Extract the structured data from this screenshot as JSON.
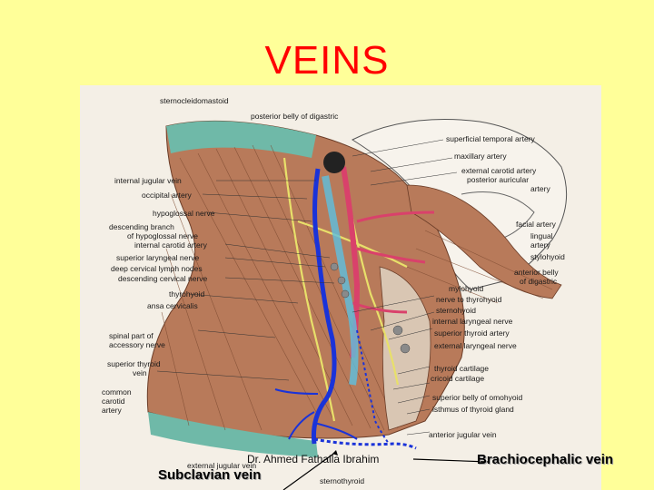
{
  "slide": {
    "title": "VEINS",
    "credit": "Dr. Ahmed Fathalla Ibrahim",
    "callouts": {
      "left": "Subclavian vein",
      "right": "Brachiocephalic vein"
    }
  },
  "figure": {
    "labels": {
      "sternocleidomastoid": "sternocleidomastoid",
      "posterior_belly_digastric": "posterior belly of digastric",
      "superficial_temporal_artery": "superficial temporal artery",
      "maxillary_artery": "maxillary artery",
      "external_carotid_artery": "external carotid artery",
      "posterior_auricular": "posterior auricular",
      "artery": "artery",
      "internal_jugular_vein": "internal jugular vein",
      "occipital_artery": "occipital artery",
      "hypoglossal_nerve": "hypoglossal nerve",
      "descending_branch": "descending branch",
      "of_hypoglossal_nerve": "of hypoglossal nerve",
      "internal_carotid_artery": "internal carotid artery",
      "superior_laryngeal_nerve": "superior laryngeal nerve",
      "deep_cervical_lymph_nodes": "deep cervical lymph nodes",
      "descending_cervical_nerve": "descending cervical nerve",
      "thyrohyoid": "thyrohyoid",
      "ansa_cervicalis": "ansa cervicalis",
      "spinal_part_of": "spinal part of",
      "accessory_nerve": "accessory nerve",
      "superior_thyroid": "superior thyroid",
      "vein": "vein",
      "common": "common",
      "carotid": "carotid",
      "artery_2": "artery",
      "facial_artery": "facial artery",
      "lingual": "lingual",
      "artery_3": "artery",
      "stylohyoid": "stylohyoid",
      "anterior_belly": "anterior belly",
      "of_digastric": "of digastric",
      "mylohyoid": "mylohyoid",
      "nerve_to_thyrohyoid": "nerve to thyrohyoid",
      "sternohyoid": "sternohyoid",
      "internal_laryngeal_nerve": "internal laryngeal nerve",
      "superior_thyroid_artery": "superior thyroid artery",
      "external_laryngeal_nerve": "external laryngeal nerve",
      "thyroid_cartilage": "thyroid cartilage",
      "cricoid_cartilage": "cricoid cartilage",
      "superior_belly_omohyoid": "superior belly of omohyoid",
      "isthmus_thyroid": "isthmus of thyroid gland",
      "anterior_jugular_vein": "anterior jugular vein",
      "external_jugular_vein": "external jugular vein",
      "sternothyroid": "sternothyroid"
    }
  }
}
